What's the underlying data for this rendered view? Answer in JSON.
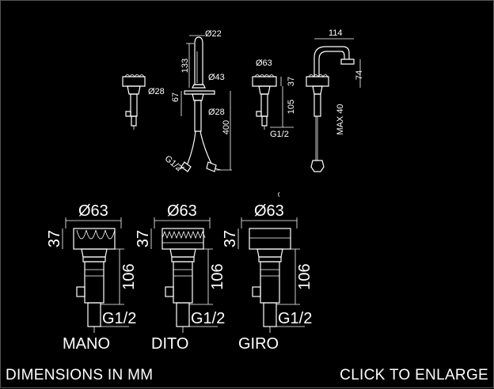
{
  "top_view": {
    "left_handle": {
      "dia": "Ø28"
    },
    "spout": {
      "top_dia": "Ø22",
      "height": "133",
      "mid_dia": "Ø43",
      "base": "67",
      "shank_dia": "Ø28",
      "length": "400",
      "conn": "G1/2"
    },
    "right_handle": {
      "dia": "Ø63",
      "height": "37",
      "body": "105",
      "conn": "G1/2"
    },
    "bidet_spout": {
      "reach": "114",
      "height": "74",
      "max": "MAX 40"
    }
  },
  "handles": [
    {
      "label": "MANO",
      "dia": "Ø63",
      "height": "37",
      "body": "106",
      "conn": "G1/2"
    },
    {
      "label": "DITO",
      "dia": "Ø63",
      "height": "37",
      "body": "106",
      "conn": "G1/2"
    },
    {
      "label": "GIRO",
      "dia": "Ø63",
      "height": "37",
      "body": "106",
      "conn": "G1/2"
    }
  ],
  "footer": {
    "left": "DIMENSIONS IN MM",
    "right": "CLICK TO ENLARGE"
  }
}
